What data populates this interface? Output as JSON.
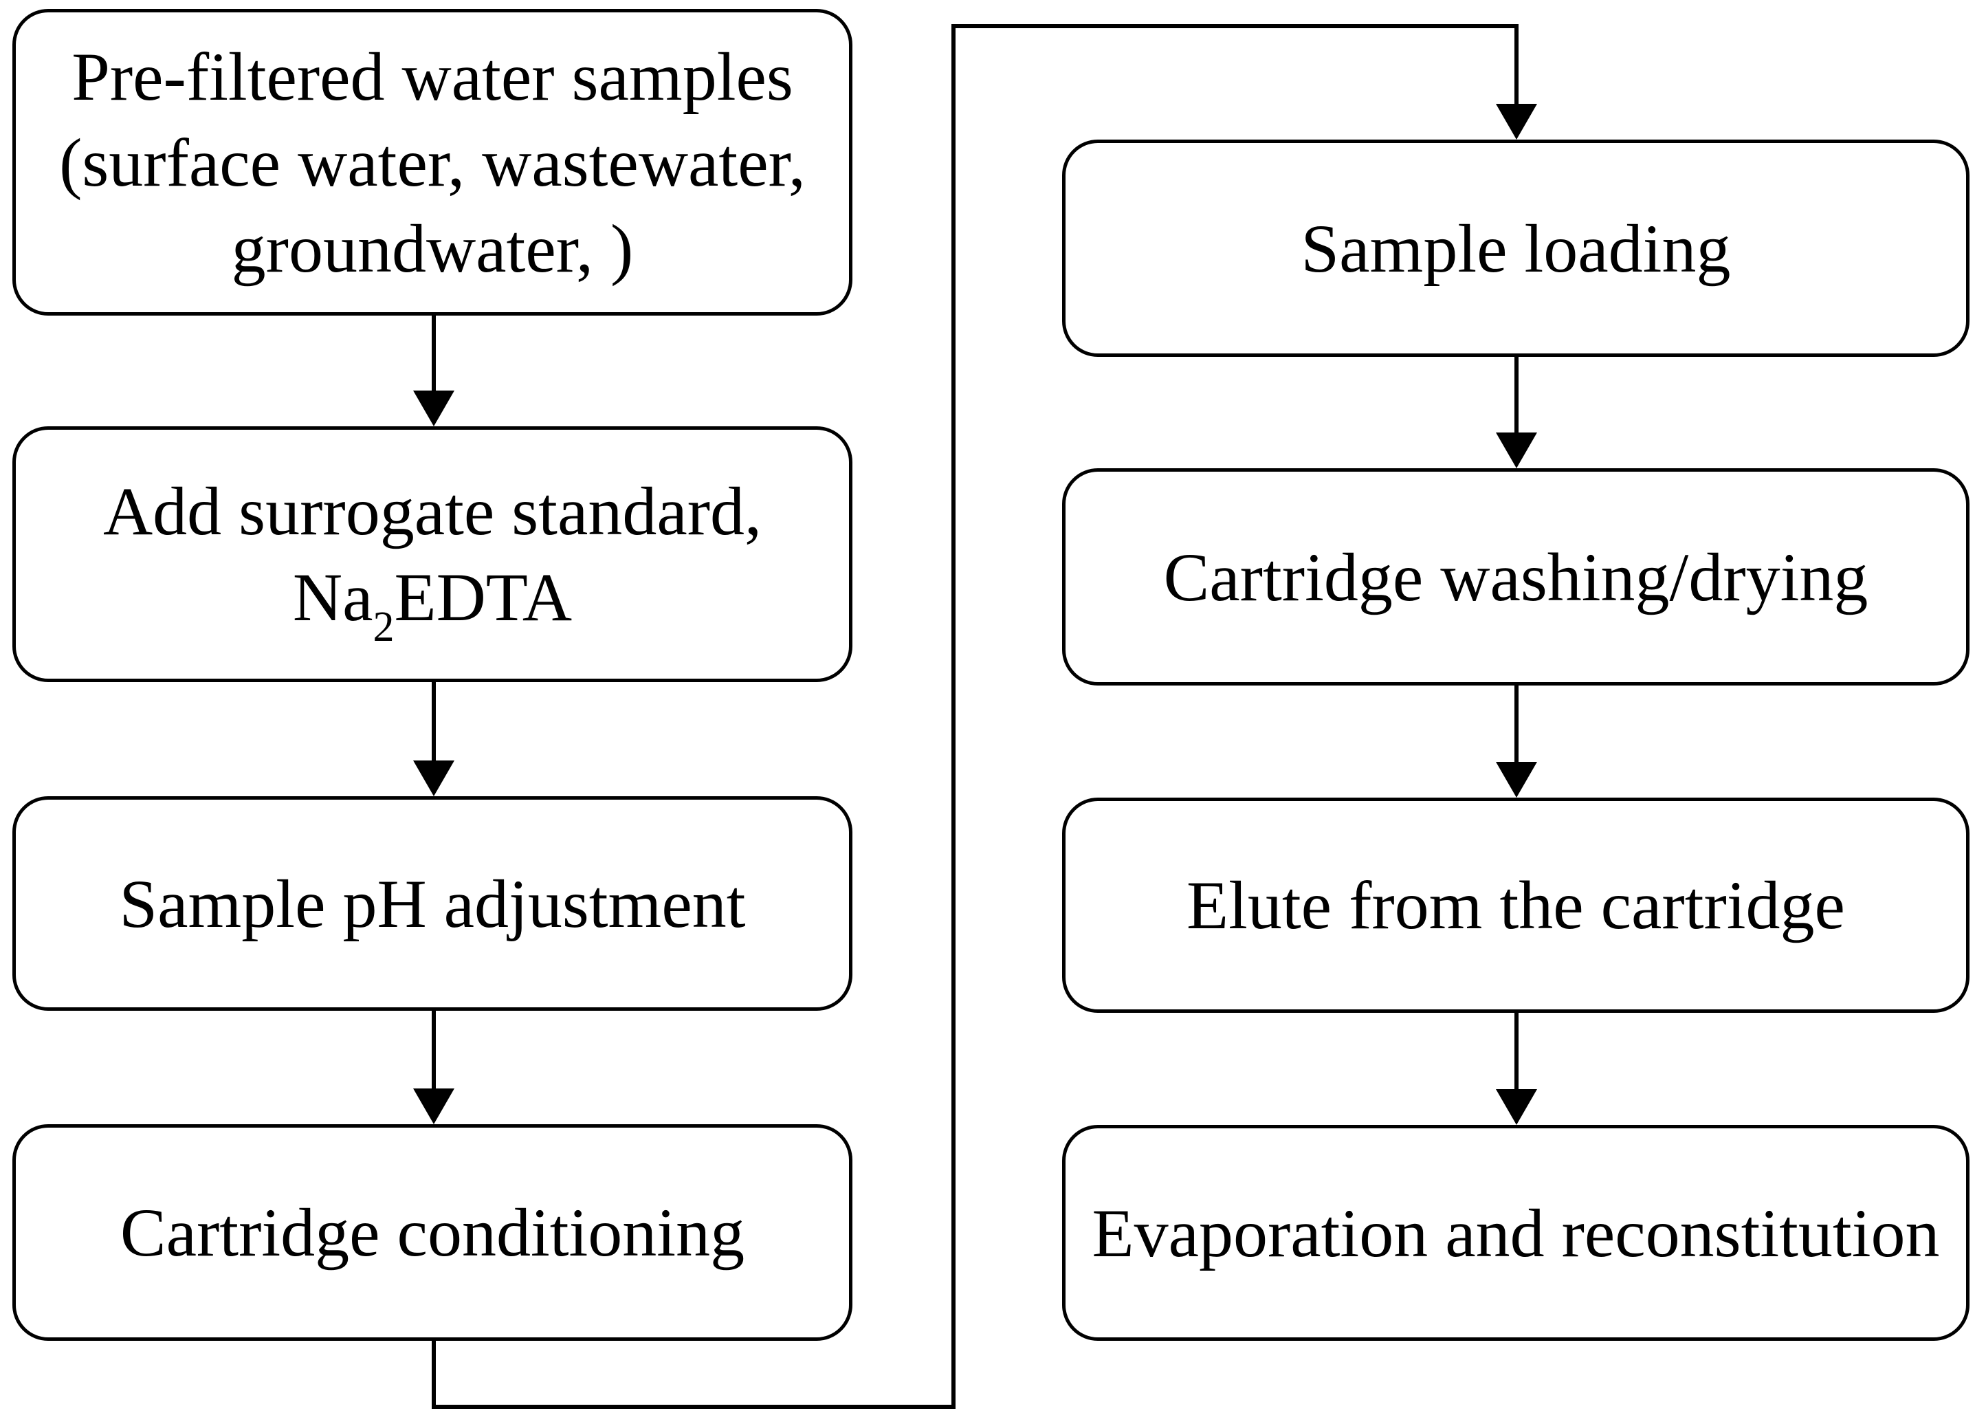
{
  "colors": {
    "background": "#ffffff",
    "line": "#000000",
    "text": "#000000"
  },
  "left_column": {
    "box1": {
      "line1": "Pre-filtered water samples",
      "line2": "(surface water, wastewater,",
      "line3": "groundwater, )"
    },
    "box2": {
      "line1": "Add surrogate standard,",
      "formula_pre": "Na",
      "formula_sub": "2",
      "formula_post": "EDTA"
    },
    "box3": {
      "label": "Sample pH adjustment"
    },
    "box4": {
      "label": "Cartridge conditioning"
    }
  },
  "right_column": {
    "box1": {
      "label": "Sample loading"
    },
    "box2": {
      "label": "Cartridge washing/drying"
    },
    "box3": {
      "label": "Elute from the cartridge"
    },
    "box4": {
      "label": "Evaporation and reconstitution"
    }
  }
}
